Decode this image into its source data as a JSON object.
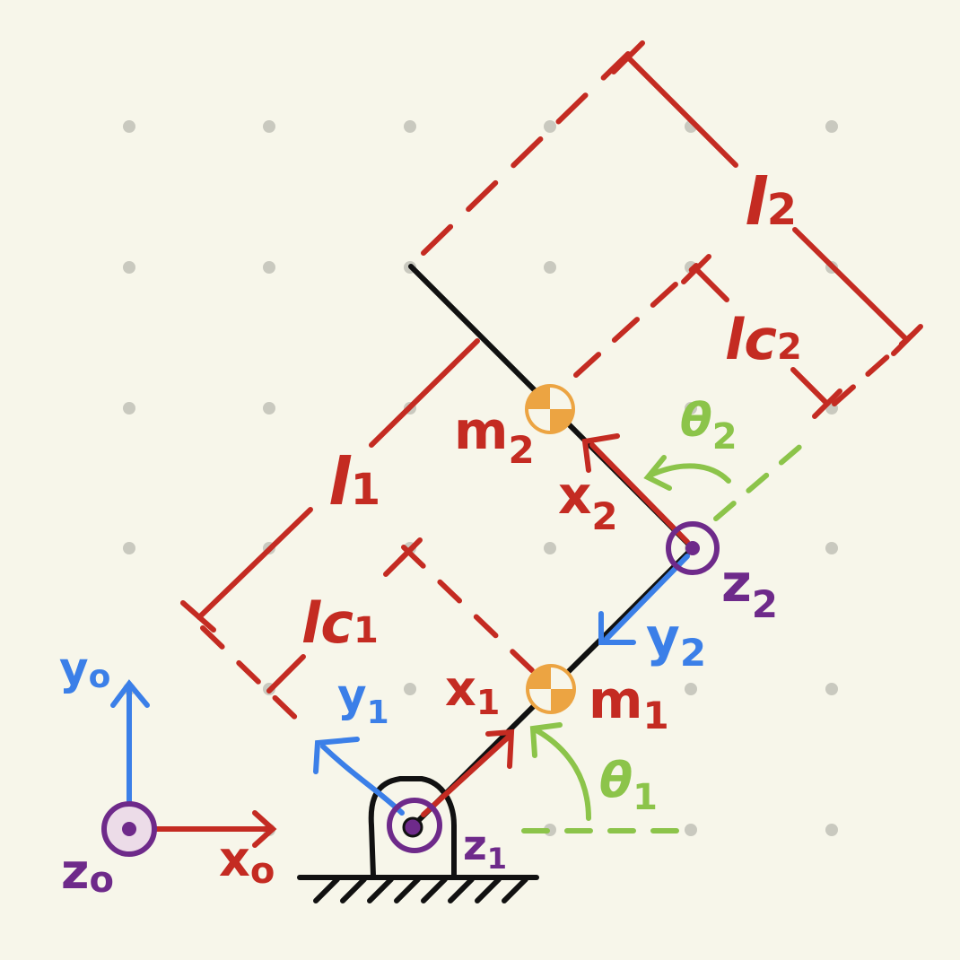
{
  "colors": {
    "background": "#f7f6ea",
    "grid_dot": "#c9c9bf",
    "link": "#111111",
    "dimension": "#c42b22",
    "x_axis": "#c42b22",
    "y_axis": "#3b7fe8",
    "z_axis": "#6e2a8a",
    "angle": "#8cc44a",
    "mass": "#eca442"
  },
  "labels": {
    "l1": "l",
    "l1_sub": "1",
    "lc1": "lc",
    "lc1_sub": "1",
    "l2": "l",
    "l2_sub": "2",
    "lc2": "lc",
    "lc2_sub": "2",
    "m1": "m",
    "m1_sub": "1",
    "m2": "m",
    "m2_sub": "2",
    "x0": "x",
    "x0_sub": "o",
    "y0": "y",
    "y0_sub": "o",
    "z0": "z",
    "z0_sub": "o",
    "x1": "x",
    "x1_sub": "1",
    "y1": "y",
    "y1_sub": "1",
    "z1": "z",
    "z1_sub": "1",
    "x2": "x",
    "x2_sub": "2",
    "y2": "y",
    "y2_sub": "2",
    "z2": "z",
    "z2_sub": "2",
    "theta1": "θ",
    "theta1_sub": "1",
    "theta2": "θ",
    "theta2_sub": "2"
  },
  "icons": {
    "mass_marker": "center-of-mass-icon",
    "z_axis": "out-of-page-icon",
    "ground": "hatched-ground-icon"
  }
}
